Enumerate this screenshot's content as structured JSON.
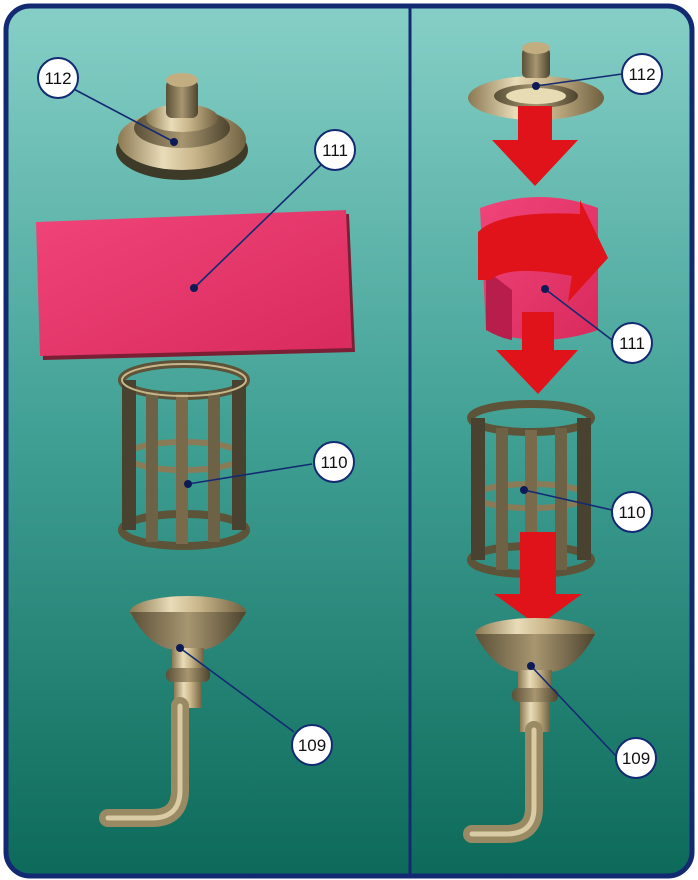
{
  "callouts": {
    "left": {
      "c112": "112",
      "c111": "111",
      "c110": "110",
      "c109": "109"
    },
    "right": {
      "c112": "112",
      "c111": "111",
      "c110": "110",
      "c109": "109"
    }
  },
  "colors": {
    "panel_top": "#7fc9c1",
    "panel_bottom": "#0f6b5c",
    "border": "#132a73",
    "arrow_red": "#e0131a",
    "pink_sheet": "#e83a6b",
    "brass": "#c9b58a"
  }
}
